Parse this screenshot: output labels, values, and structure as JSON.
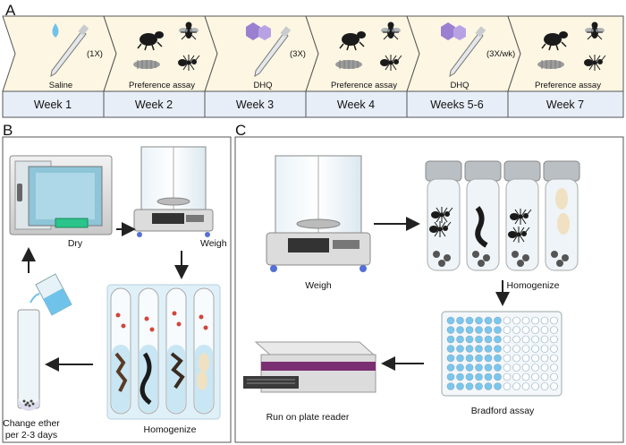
{
  "panels": {
    "a": {
      "letter": "A",
      "steps": [
        {
          "label": "Saline",
          "dose": "(1X)",
          "icon": "dropper-icon"
        },
        {
          "label": "Preference assay",
          "icon": "insects-icon"
        },
        {
          "label": "DHQ",
          "dose": "(3X)",
          "icon": "hexagon-dropper-icon"
        },
        {
          "label": "Preference assay",
          "icon": "insects-icon"
        },
        {
          "label": "DHQ",
          "dose": "(3X/wk)",
          "icon": "hexagon-dropper-icon"
        },
        {
          "label": "Preference assay",
          "icon": "insects-icon"
        }
      ],
      "weeks": [
        "Week 1",
        "Week 2",
        "Week 3",
        "Week 4",
        "Weeks 5-6",
        "Week 7"
      ]
    },
    "b": {
      "letter": "B",
      "labels": {
        "dry": "Dry",
        "weigh": "Weigh",
        "homogenize": "Homogenize",
        "change_ether_1": "Change ether",
        "change_ether_2": "per 2-3 days"
      }
    },
    "c": {
      "letter": "C",
      "labels": {
        "weigh": "Weigh",
        "homogenize": "Homogenize",
        "bradford": "Bradford assay",
        "plate_reader": "Run on plate reader"
      }
    }
  },
  "colors": {
    "chevron_fill": "#fdf6e3",
    "week_fill": "#e8eef8",
    "border": "#555555",
    "hexagon": "#9b7fd1",
    "water": "#6fc3ea",
    "plate_well": "#79c6ee",
    "reader_band": "#7a2f72"
  }
}
